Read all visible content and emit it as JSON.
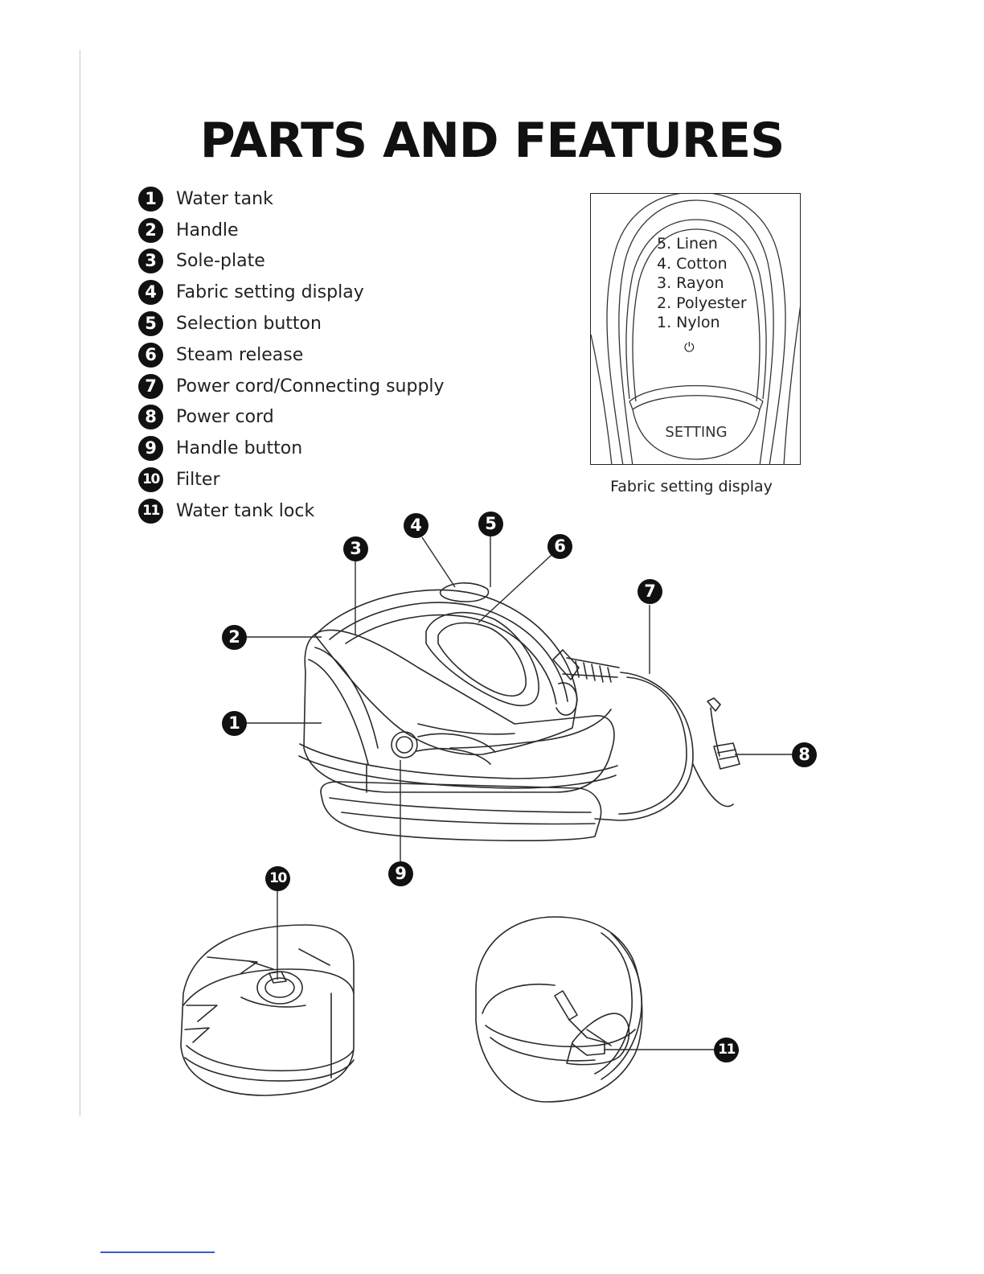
{
  "title": "PARTS AND FEATURES",
  "parts": [
    {
      "number": "1",
      "label": "Water tank"
    },
    {
      "number": "2",
      "label": "Handle"
    },
    {
      "number": "3",
      "label": "Sole-plate"
    },
    {
      "number": "4",
      "label": "Fabric setting display"
    },
    {
      "number": "5",
      "label": "Selection button"
    },
    {
      "number": "6",
      "label": "Steam release"
    },
    {
      "number": "7",
      "label": "Power cord/Connecting supply"
    },
    {
      "number": "8",
      "label": "Power cord"
    },
    {
      "number": "9",
      "label": "Handle button"
    },
    {
      "number": "10",
      "label": "Filter"
    },
    {
      "number": "11",
      "label": "Water tank lock"
    }
  ],
  "fabric_display": {
    "settings": [
      "5. Linen",
      "4. Cotton",
      "3. Rayon",
      "2. Polyester",
      "1. Nylon"
    ],
    "power_symbol": "⏻",
    "button_text": "SETTING",
    "caption": "Fabric setting display"
  },
  "callouts": [
    "1",
    "2",
    "3",
    "4",
    "5",
    "6",
    "7",
    "8",
    "9",
    "10",
    "11"
  ],
  "colors": {
    "ink": "#111111",
    "line": "#222222",
    "footer_link": "#3b5bd6"
  }
}
